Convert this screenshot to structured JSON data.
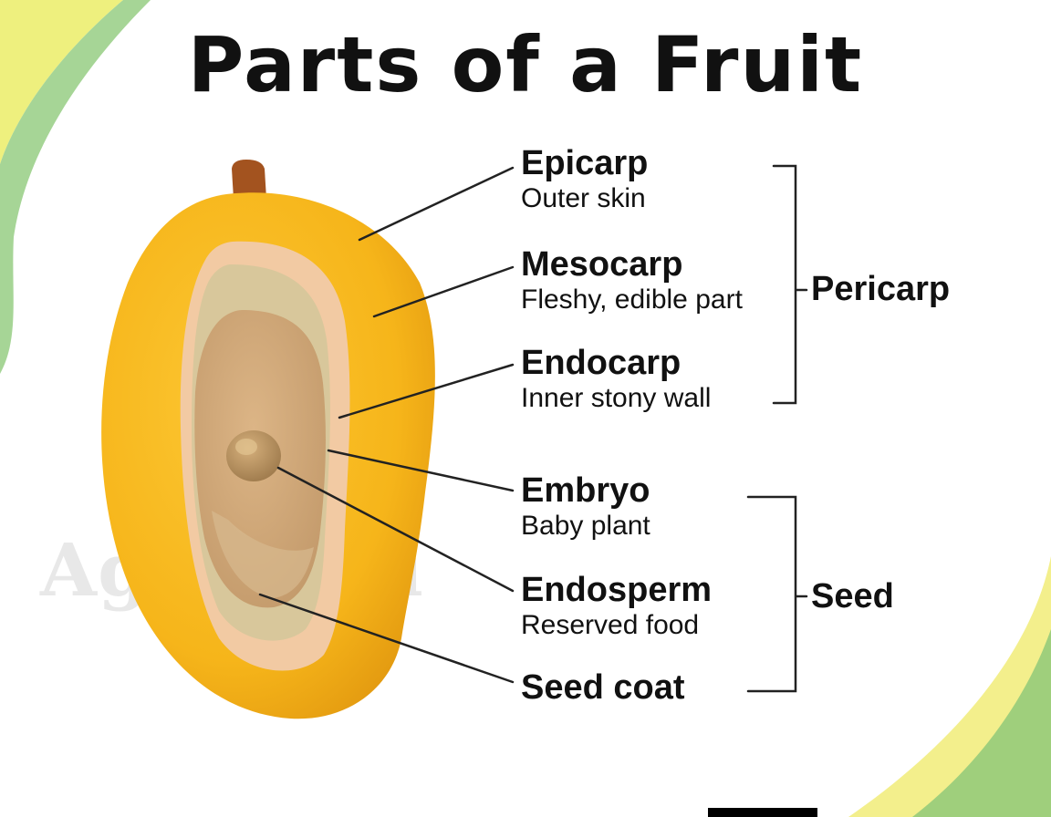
{
  "title": "Parts of a Fruit",
  "watermark": "Agrikami",
  "colors": {
    "skin": "#f6b51a",
    "skin_dark": "#e69a0c",
    "mesocarp": "#f2c9a4",
    "endocarp": "#d9c59a",
    "seed": "#c9a377",
    "embryo": "#b48e5e",
    "stem": "#a0521e",
    "bg_green": "#9ed08f",
    "bg_yellow": "#f2ef86"
  },
  "labels": {
    "epicarp": {
      "name": "Epicarp",
      "desc": "Outer skin"
    },
    "mesocarp": {
      "name": "Mesocarp",
      "desc": "Fleshy, edible part"
    },
    "endocarp": {
      "name": "Endocarp",
      "desc": "Inner stony wall"
    },
    "embryo": {
      "name": "Embryo",
      "desc": "Baby plant"
    },
    "endosperm": {
      "name": "Endosperm",
      "desc": "Reserved food"
    },
    "seed_coat": {
      "name": "Seed coat"
    }
  },
  "groups": {
    "pericarp": "Pericarp",
    "seed": "Seed"
  }
}
